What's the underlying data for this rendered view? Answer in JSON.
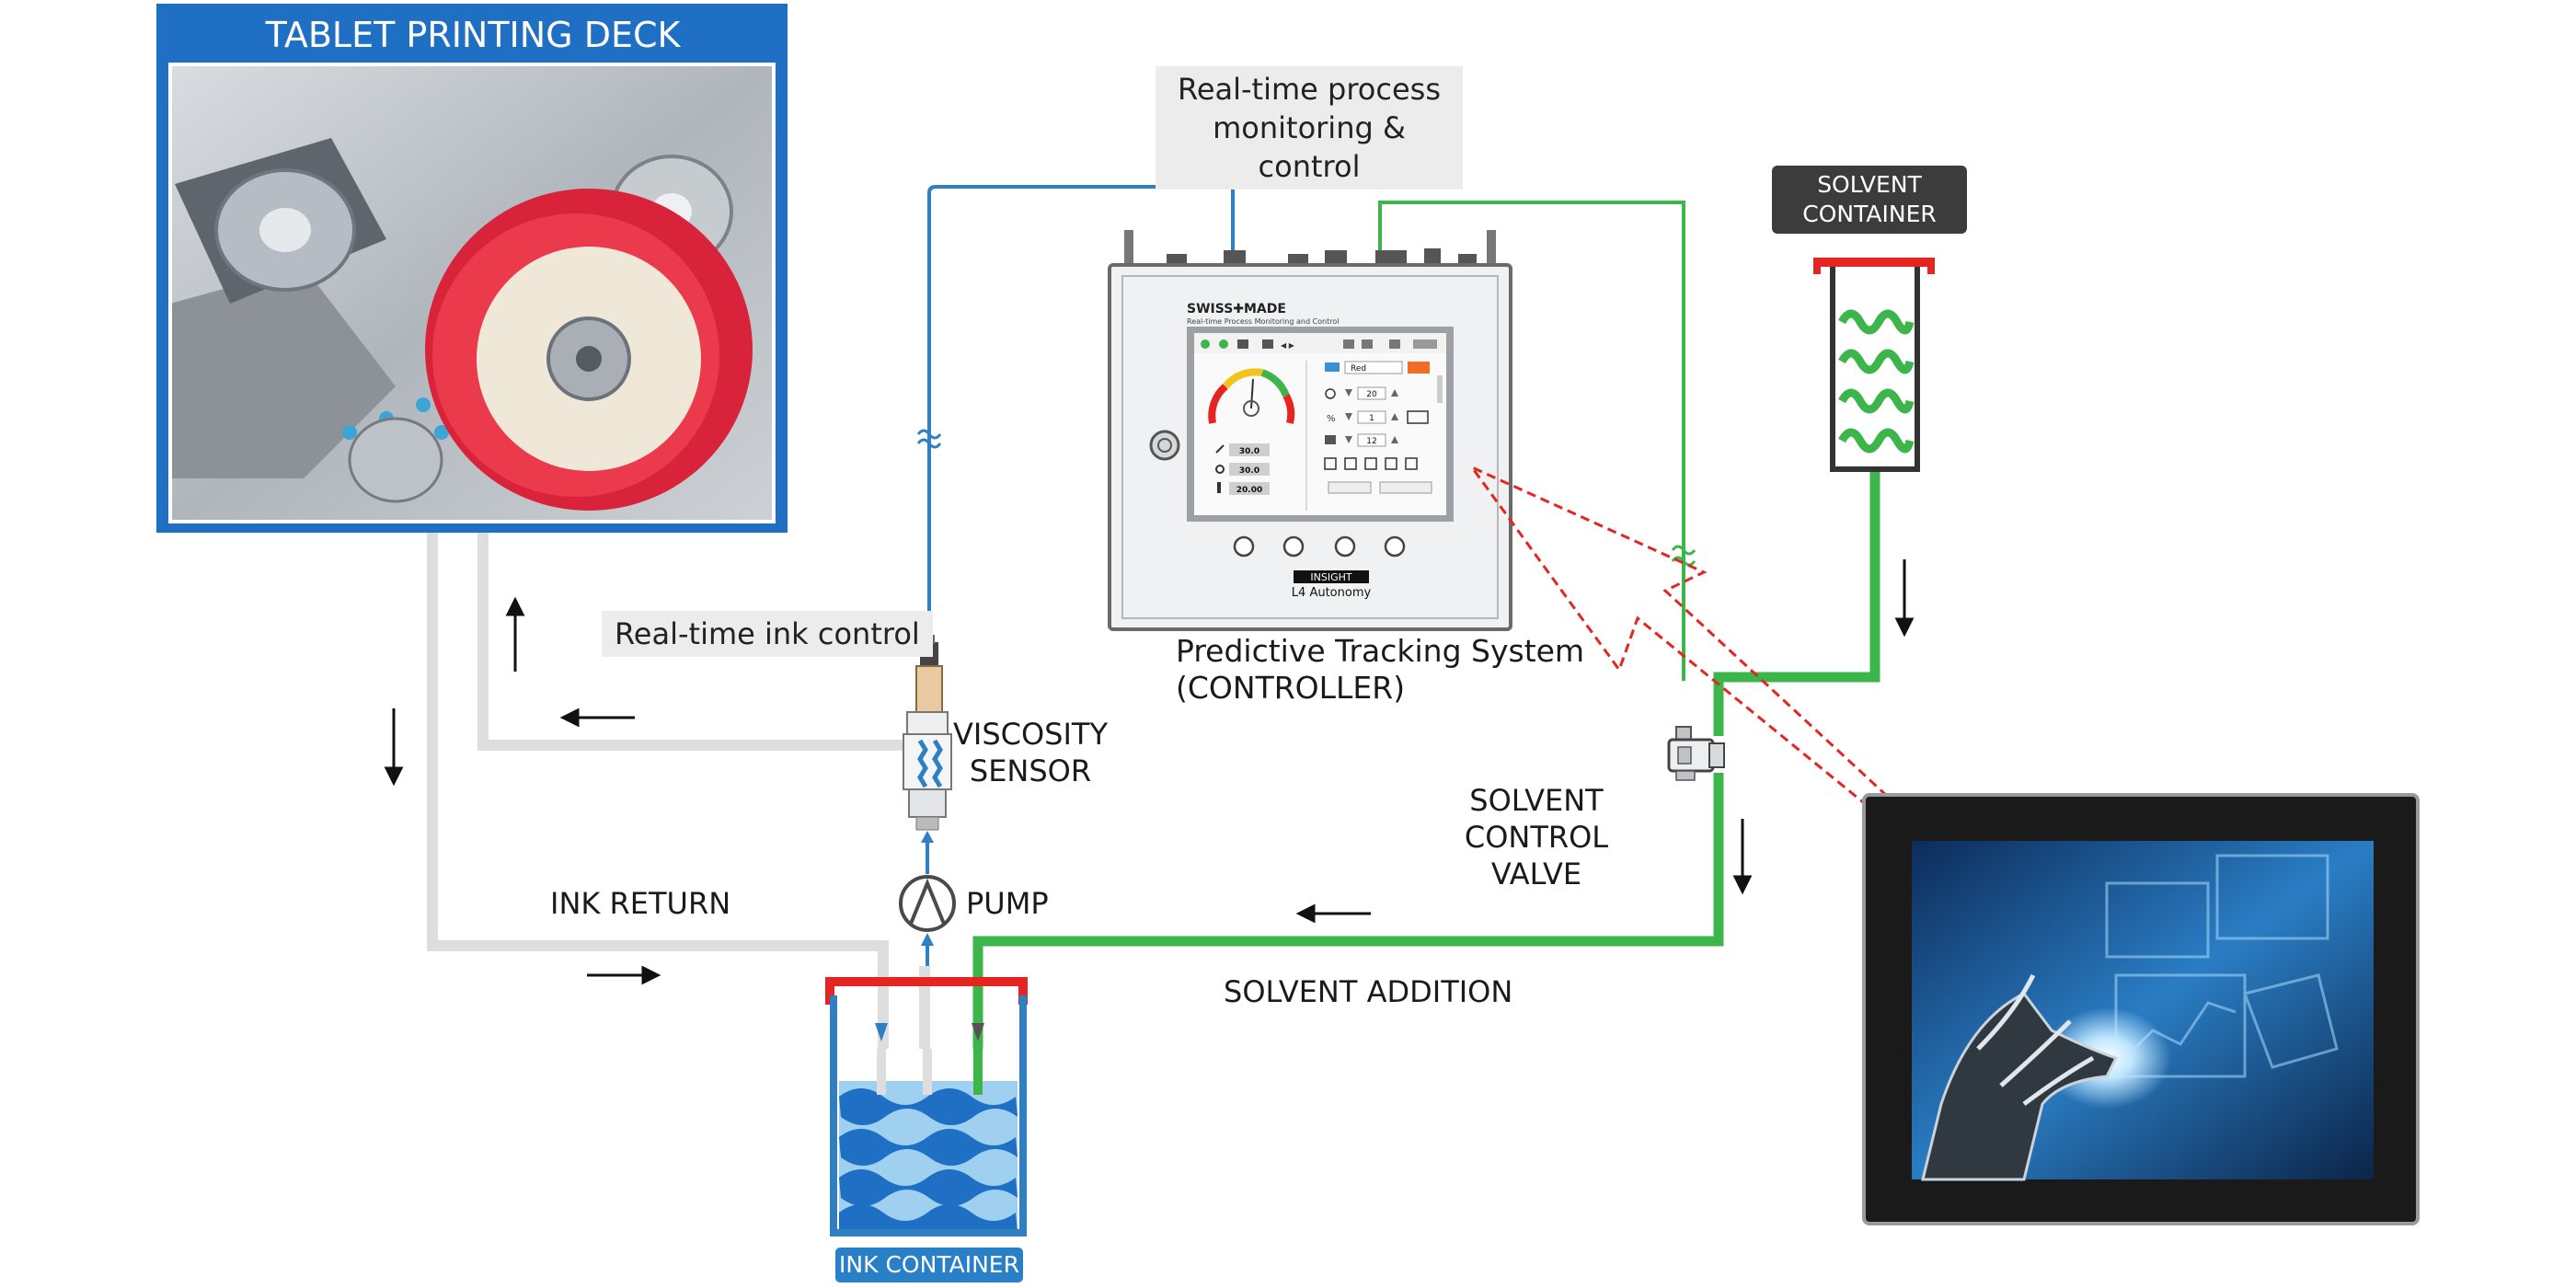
{
  "deck": {
    "title": "TABLET PRINTING DECK"
  },
  "callouts": {
    "monitoring": "Real-time process\nmonitoring & control",
    "ink_control": "Real-time ink control"
  },
  "solvent_container": {
    "label": "SOLVENT\nCONTAINER"
  },
  "controller": {
    "brand": "SWISS✚MADE",
    "subtitle": "Real-time Process Monitoring and Control",
    "badge_top": "INSIGHT",
    "badge_bottom": "L4 Autonomy",
    "caption": "Predictive Tracking System\n(CONTROLLER)",
    "hmi": {
      "readouts": [
        "30.0",
        "30.0",
        "20.00"
      ],
      "color_value": "Red",
      "setpoints": [
        "20",
        "1",
        "12"
      ]
    }
  },
  "components": {
    "viscosity_sensor": "VISCOSITY\nSENSOR",
    "pump": "PUMP",
    "solvent_valve": "SOLVENT CONTROL\nVALVE",
    "ink_return": "INK RETURN",
    "solvent_addition": "SOLVENT ADDITION",
    "ink_container": "INK CONTAINER"
  },
  "colors": {
    "deck_blue": "#1f6fc4",
    "ink_line": "#2f7fc1",
    "solvent_green": "#3cb54a",
    "return_grey": "#dedede",
    "red_accent": "#e52521",
    "tag_dark": "#3c3c3c"
  }
}
